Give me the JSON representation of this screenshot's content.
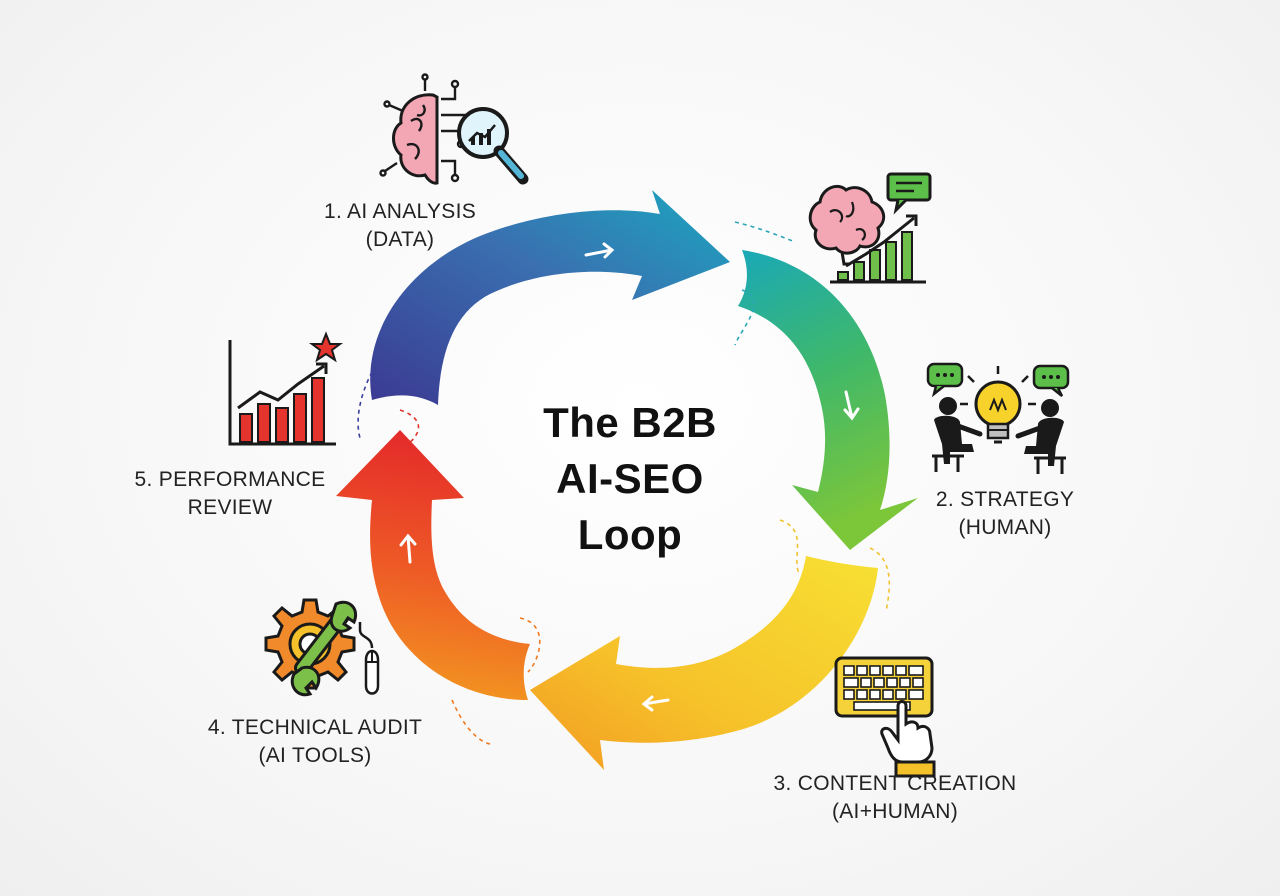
{
  "title": {
    "line1": "The B2B",
    "line2": "AI-SEO",
    "line3": "Loop"
  },
  "steps": [
    {
      "title": "1. AI ANALYSIS",
      "subtitle": "(DATA)",
      "icon": "brain-magnifier-icon",
      "color": "#3b5fa8"
    },
    {
      "title": "2. STRATEGY",
      "subtitle": "(HUMAN)",
      "icon": "people-lightbulb-icon",
      "color": "#2fae8f"
    },
    {
      "title": "3. CONTENT CREATION",
      "subtitle": "(AI+HUMAN)",
      "icon": "keyboard-hand-icon",
      "color": "#f2c12e"
    },
    {
      "title": "4. TECHNICAL AUDIT",
      "subtitle": "(AI TOOLS)",
      "icon": "gear-wrench-mouse-icon",
      "color": "#f07a22"
    },
    {
      "title": "5. PERFORMANCE",
      "subtitle": "REVIEW",
      "icon": "bar-chart-star-icon",
      "color": "#e2312a"
    }
  ],
  "colors": {
    "blue": "#3a3f9a",
    "teal": "#1aa3b5",
    "green": "#66c23a",
    "yellow": "#f5d22a",
    "orange": "#f08a20",
    "red": "#e52a2a"
  }
}
